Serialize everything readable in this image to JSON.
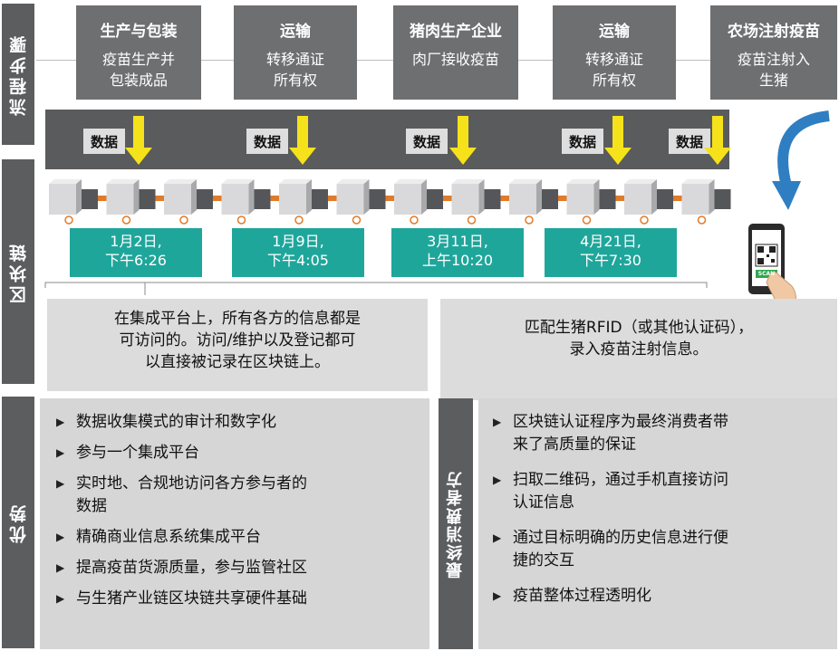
{
  "labels": {
    "process": "流程步骤",
    "blockchain": "区块链",
    "advantages": "优势",
    "consumer": "最终消费者方"
  },
  "steps": [
    {
      "title": "生产与包装",
      "desc1": "疫苗生产并",
      "desc2": "包装成品"
    },
    {
      "title": "运输",
      "desc1": "转移通证",
      "desc2": "所有权"
    },
    {
      "title": "猪肉生产企业",
      "desc1": "肉厂接收疫苗",
      "desc2": ""
    },
    {
      "title": "运输",
      "desc1": "转移通证",
      "desc2": "所有权"
    },
    {
      "title": "农场注射疫苗",
      "desc1": "疫苗注射入",
      "desc2": "生猪"
    }
  ],
  "data_label": "数据",
  "dates": [
    {
      "line1": "1月2日,",
      "line2": "下午6:26"
    },
    {
      "line1": "1月9日,",
      "line2": "下午4:05"
    },
    {
      "line1": "3月11日,",
      "line2": "上午10:20"
    },
    {
      "line1": "4月21日,",
      "line2": "下午7:30"
    }
  ],
  "info_left": {
    "line1": "在集成平台上，所有各方的信息都是",
    "line2": "可访问的。访问/维护以及登记都可",
    "line3": "以直接被记录在区块链上。"
  },
  "info_right": {
    "line1": "匹配生猪RFID（或其他认证码），",
    "line2": "录入疫苗注射信息。"
  },
  "phone_badge": "SCAN",
  "advantages": [
    {
      "line1": "数据收集模式的审计和数字化",
      "line2": ""
    },
    {
      "line1": "参与一个集成平台",
      "line2": ""
    },
    {
      "line1": "实时地、合规地访问各方参与者的",
      "line2": "数据"
    },
    {
      "line1": "精确商业信息系统集成平台",
      "line2": ""
    },
    {
      "line1": "提高疫苗货源质量，参与监管社区",
      "line2": ""
    },
    {
      "line1": "与生猪产业链区块链共享硬件基础",
      "line2": ""
    }
  ],
  "consumer_points": [
    {
      "line1": "区块链认证程序为最终消费者带",
      "line2": "来了高质量的保证"
    },
    {
      "line1": "扫取二维码，通过手机直接访问",
      "line2": "认证信息"
    },
    {
      "line1": "通过目标明确的历史信息进行便",
      "line2": "捷的交互"
    },
    {
      "line1": "疫苗整体过程透明化",
      "line2": ""
    }
  ],
  "colors": {
    "dark_gray": "#5c5d5f",
    "step_gray": "#6e6f71",
    "light_gray": "#dcdcdc",
    "teal": "#1fa69b",
    "yellow_arrow": "#f5e21a",
    "block_orange": "#e07b2a",
    "curve_arrow_blue": "#2f7ec2"
  }
}
